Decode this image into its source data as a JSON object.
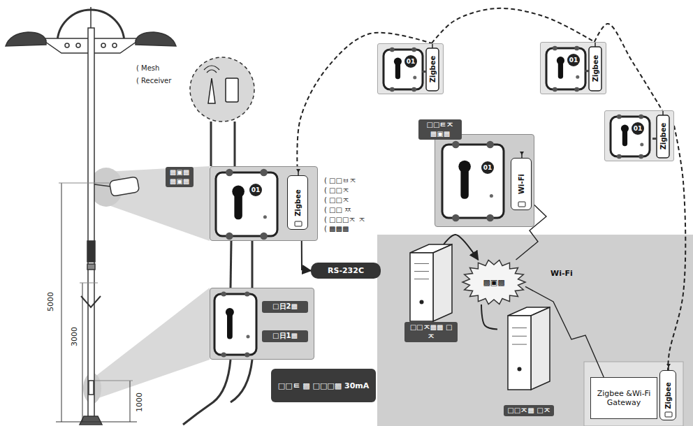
{
  "diagram": {
    "nodes": [
      {
        "text": [
          "▩▣▩ ▩▣▩",
          "01"
        ]
      },
      {
        "text": [
          "Zigbee"
        ],
        "in": 0
      },
      {
        "text": [
          "□日2▩",
          "□日1▩"
        ]
      },
      {
        "text": [
          "□□ㅌ ▩ □□□▩ 30mA"
        ]
      },
      {
        "text": [
          "RS-232C"
        ]
      },
      {
        "text": [
          "01",
          "Zigbee"
        ]
      },
      {
        "text": [
          "01",
          "Zigbee"
        ]
      },
      {
        "text": [
          "01",
          "Zigbee"
        ]
      },
      {
        "text": [
          "□□ㅌㅈ ▩▣▩",
          "01"
        ]
      },
      {
        "text": [
          "Wi-Fi"
        ],
        "in": 8
      },
      {
        "text": [
          "▩▣▩"
        ]
      },
      {
        "text": [
          "□□ㅈ▩▩ □ㅈ"
        ]
      },
      {
        "text": [
          "□□ㅈ▩ □ㅈ"
        ]
      },
      {
        "text": [
          "Zigbee &Wi-Fi Gateway"
        ]
      },
      {
        "text": [
          "Zigbee"
        ]
      }
    ],
    "edges": [
      {
        "from": 1,
        "to": 5,
        "arrow": "none"
      },
      {
        "from": 5,
        "to": 6,
        "arrow": "none"
      },
      {
        "from": 6,
        "to": 7,
        "arrow": "none"
      },
      {
        "from": 7,
        "to": 14,
        "arrow": "none"
      },
      {
        "from": 9,
        "to": 10,
        "arrow": "none"
      },
      {
        "from": 13,
        "to": 10,
        "label": "Wi-Fi",
        "arrow": "none"
      },
      {
        "from": 11,
        "to": 10,
        "arrow": "to"
      },
      {
        "from": 10,
        "to": 12,
        "arrow": "none"
      },
      {
        "from": 0,
        "to": 2,
        "arrow": "none"
      },
      {
        "from": 0,
        "to": 4,
        "arrow": "to"
      }
    ],
    "labels": [
      "( Mesh",
      "( Receiver",
      "( □□ㅂㅈ",
      "( □□ㅈ",
      "( □□ㅈ",
      "( □□ ㅉ",
      "( □□□ㅈ ㅈ",
      "( ▩▩▩",
      "5000",
      "3000",
      "1000"
    ]
  }
}
